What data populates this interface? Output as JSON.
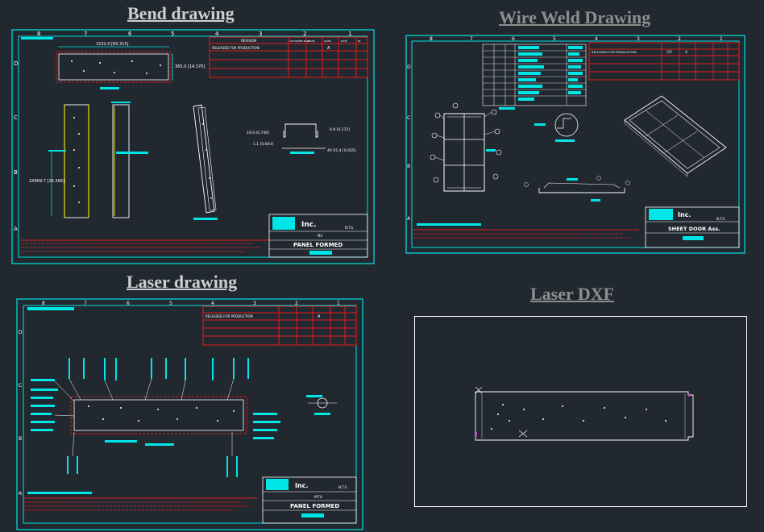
{
  "headings": {
    "bend": "Bend drawing",
    "wire_weld": "Wire Weld Drawing",
    "laser": "Laser drawing",
    "laser_dxf": "Laser DXF"
  },
  "bend_drawing": {
    "zone_letters": [
      "D",
      "C",
      "B",
      "A"
    ],
    "zone_numbers": [
      "8",
      "7",
      "6",
      "5",
      "4",
      "3",
      "2",
      "1"
    ],
    "revision_header": "REVISION",
    "revision_row": "RELEASED FOR PRODUCTION",
    "revision_cols": [
      "CUSTOMER PART",
      "LEVEL",
      "LEVEL",
      "DATE",
      "BY"
    ],
    "revision_level": "A",
    "dim_top": "1532.0 [60.315]",
    "dim_side": "365.0 [14.370]",
    "dim_left": "2X669.7 [26.366]",
    "flange_dims": [
      "19.0 [0.748]",
      "1.1 [0.043]",
      "6.9 [0.272]",
      "4X R1.4 [0.055]"
    ],
    "company": "Inc.",
    "scale": "N.T.S.",
    "part_title": "PANEL FORMED",
    "material": "MV"
  },
  "wire_weld_drawing": {
    "zone_letters": [
      "D",
      "C",
      "B",
      "A"
    ],
    "zone_numbers": [
      "8",
      "7",
      "6",
      "5",
      "4",
      "3",
      "2",
      "1"
    ],
    "revision_row": "RELEASED FOR PRODUCTION",
    "revision_level": "A",
    "rev_code": "CO",
    "company": "Inc.",
    "scale": "N.T.S.",
    "part_title": "SHEET DOOR Ass."
  },
  "laser_drawing": {
    "zone_letters": [
      "D",
      "C",
      "B",
      "A"
    ],
    "zone_numbers": [
      "8",
      "7",
      "6",
      "5",
      "4",
      "3",
      "2",
      "1"
    ],
    "revision_row": "RELEASED FOR PRODUCTION",
    "revision_level": "A",
    "company": "Inc.",
    "scale": "N.T.S.",
    "part_title": "PANEL FORMED",
    "material": "MTU"
  },
  "colors": {
    "background": "#212830",
    "cad_cyan": "#00e5e5",
    "cad_red": "#e21b1b",
    "cad_white": "#ffffff",
    "cad_yellow": "#e8e200",
    "heading": "#cfcfcf"
  }
}
